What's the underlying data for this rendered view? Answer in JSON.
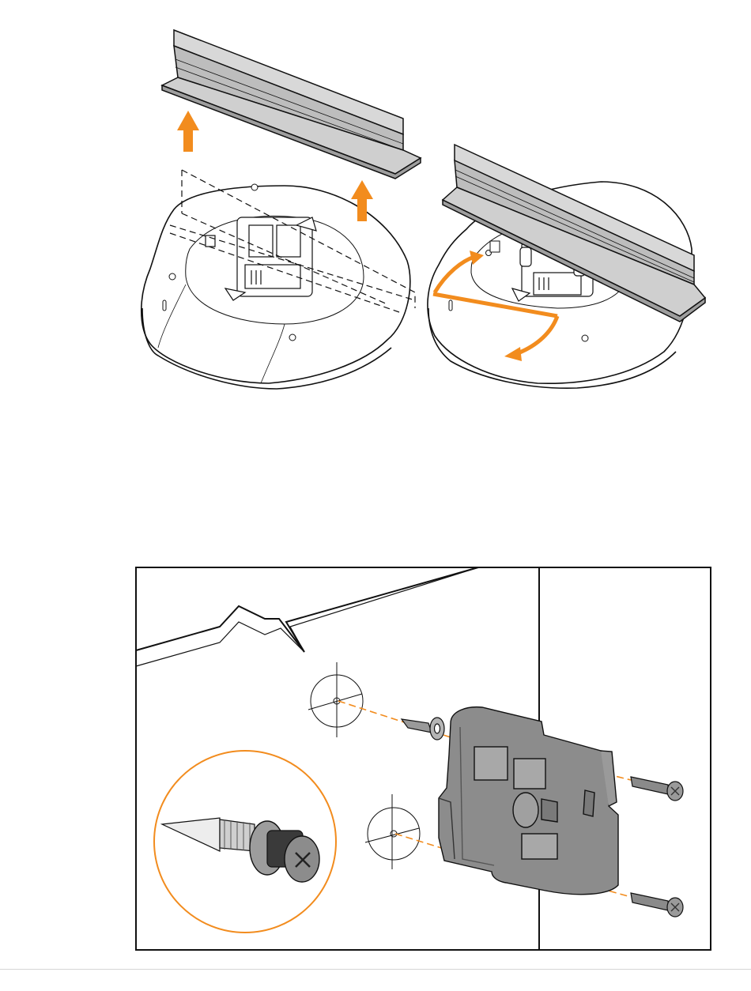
{
  "colors": {
    "accent": "#f28c1e",
    "rail_fill": "#c9c9c9",
    "rail_shade": "#b3b3b3",
    "bracket_fill": "#8c8c8c",
    "bracket_shade": "#6e6e6e",
    "line": "#111111"
  },
  "figures": [
    {
      "name": "rail-detach-illustration",
      "icons": [
        "up-arrow-icon",
        "up-arrow-icon"
      ]
    },
    {
      "name": "rail-rotate-illustration",
      "icons": [
        "curved-arrow-icon",
        "curved-arrow-icon"
      ]
    },
    {
      "name": "wall-mount-illustration",
      "icons": [
        "screw-icon",
        "screw-icon",
        "anchor-icon",
        "crosshair-icon",
        "crosshair-icon",
        "zoom-circle-icon"
      ]
    }
  ]
}
